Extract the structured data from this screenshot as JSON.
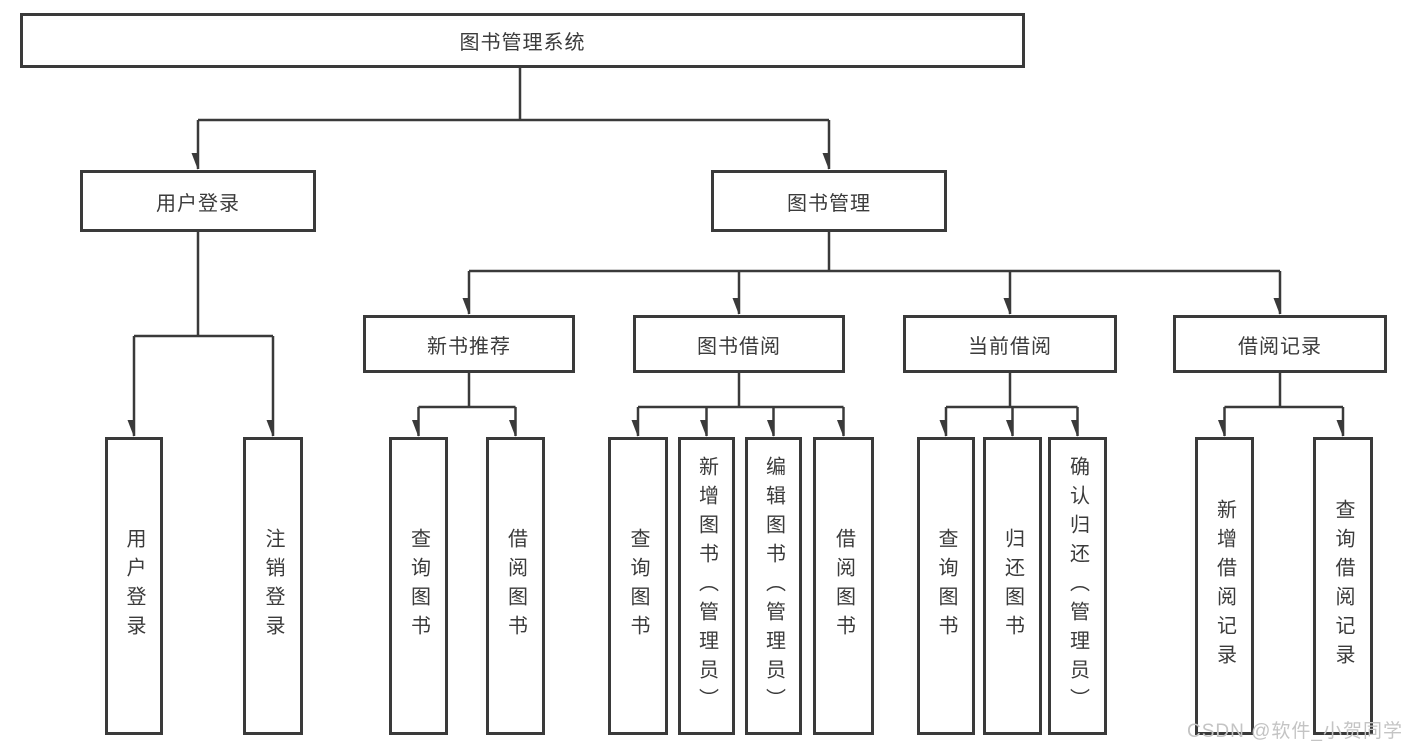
{
  "title": "图书管理系统",
  "watermark": "CSDN @软件_小贺同学",
  "colors": {
    "line": "#3a3a3a",
    "border": "#3a3a3a",
    "text": "#3b3b3b",
    "background": "#ffffff",
    "watermark": "#c4c4c4"
  },
  "nodes": {
    "root": "图书管理系统",
    "user_login": "用户登录",
    "book_management": "图书管理",
    "new_book_recommend": "新书推荐",
    "book_borrowing": "图书借阅",
    "current_borrowing": "当前借阅",
    "borrowing_records": "借阅记录",
    "ul_user_login": "用户登录",
    "ul_logout": "注销登录",
    "nb_query_books": "查询图书",
    "nb_borrow_books": "借阅图书",
    "bb_query_books": "查询图书",
    "bb_add_books": "新增图书（管理员）",
    "bb_edit_books": "编辑图书（管理员）",
    "bb_borrow_books": "借阅图书",
    "cb_query_books": "查询图书",
    "cb_return_books": "归还图书",
    "cb_confirm_return": "确认归还（管理员）",
    "br_add_record": "新增借阅记录",
    "br_query_record": "查询借阅记录"
  },
  "hierarchy": {
    "label": "图书管理系统",
    "children": [
      {
        "label": "用户登录",
        "children": [
          {
            "label": "用户登录"
          },
          {
            "label": "注销登录"
          }
        ]
      },
      {
        "label": "图书管理",
        "children": [
          {
            "label": "新书推荐",
            "children": [
              {
                "label": "查询图书"
              },
              {
                "label": "借阅图书"
              }
            ]
          },
          {
            "label": "图书借阅",
            "children": [
              {
                "label": "查询图书"
              },
              {
                "label": "新增图书（管理员）"
              },
              {
                "label": "编辑图书（管理员）"
              },
              {
                "label": "借阅图书"
              }
            ]
          },
          {
            "label": "当前借阅",
            "children": [
              {
                "label": "查询图书"
              },
              {
                "label": "归还图书"
              },
              {
                "label": "确认归还（管理员）"
              }
            ]
          },
          {
            "label": "借阅记录",
            "children": [
              {
                "label": "新增借阅记录"
              },
              {
                "label": "查询借阅记录"
              }
            ]
          }
        ]
      }
    ]
  }
}
